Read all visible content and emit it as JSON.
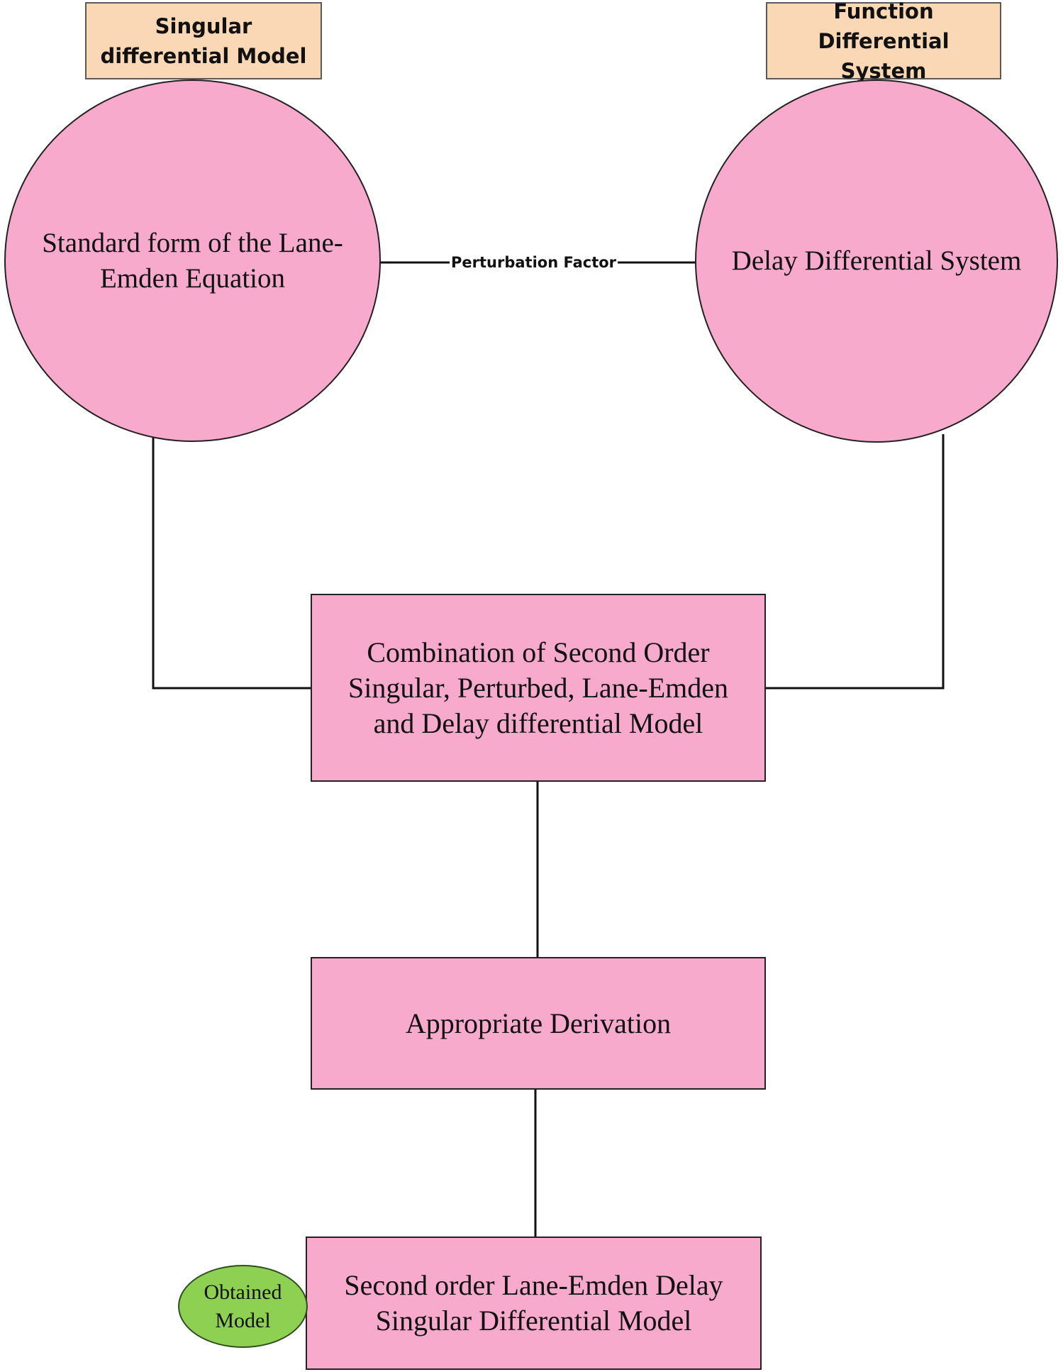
{
  "diagram": {
    "header_left": "Singular differential Model",
    "header_right": "Function Differential System",
    "circle_left": "Standard form of the Lane-Emden Equation",
    "circle_right": "Delay Differential System",
    "edge_circles": "Perturbation Factor",
    "box_combination": "Combination of Second Order Singular, Perturbed, Lane-Emden and Delay differential Model",
    "box_derivation": "Appropriate Derivation",
    "box_final": "Second order Lane-Emden Delay Singular Differential Model",
    "oval_obtained": "Obtained Model"
  },
  "colors": {
    "header_fill": "#fad7b5",
    "node_fill": "#f7aacc",
    "oval_fill": "#8ed152",
    "line": "#111111"
  }
}
